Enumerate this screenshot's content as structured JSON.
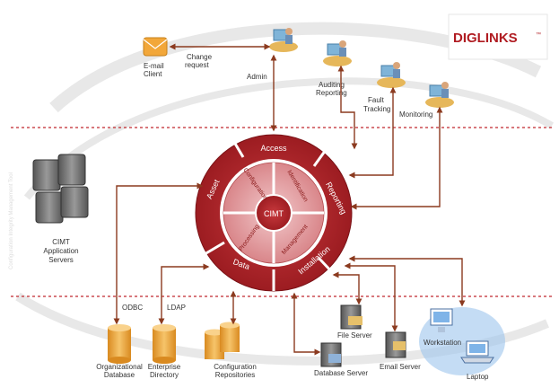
{
  "brand": {
    "logo_text": "DIGLINKS",
    "tm": "™",
    "color": "#b01c22"
  },
  "side_caption": "Configuration Integrity Management Tool",
  "wheel": {
    "center": "CIMT",
    "outer": {
      "access": "Access",
      "reporting": "Reporting",
      "installation": "Installation",
      "data": "Data",
      "asset": "Asset"
    },
    "inner": {
      "configuration": "Configuration",
      "identification": "Identification",
      "management": "Management",
      "processing": "Processing"
    }
  },
  "labels": {
    "email_client": [
      "E-mail",
      "Client"
    ],
    "change_request": [
      "Change",
      "request"
    ],
    "admin": "Admin",
    "auditing": [
      "Auditing",
      "Reporting"
    ],
    "fault": [
      "Fault",
      "Tracking"
    ],
    "monitoring": "Monitoring",
    "servers": [
      "CIMT",
      "Application",
      "Servers"
    ],
    "odbc": "ODBC",
    "ldap": "LDAP",
    "org_db": [
      "Organizational",
      "Database"
    ],
    "ent_dir": [
      "Enterprise",
      "Directory"
    ],
    "config_repo": [
      "Configuration",
      "Repositories"
    ],
    "file_server": "File Server",
    "db_server": "Database Server",
    "email_server": "Email Server",
    "workstation": "Workstation",
    "laptop": "Laptop"
  },
  "colors": {
    "accent": "#b01c22",
    "wheel_dark": "#a51f24",
    "wheel_light": "#d9868a",
    "arrow": "#8b3a1f",
    "cylinder": "#e8a23a"
  }
}
